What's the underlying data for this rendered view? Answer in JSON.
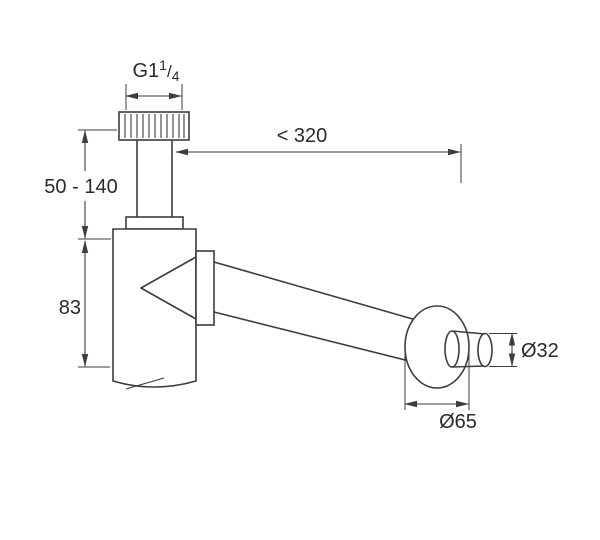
{
  "labels": {
    "thread": {
      "prefix": "G1",
      "numerator": "1",
      "slash": "/",
      "denominator": "4"
    },
    "projection_length": "< 320",
    "inlet_height_range": "50 - 140",
    "body_height": "83",
    "outlet_diameter": "Ø32",
    "rosette_diameter": "Ø65"
  },
  "colors": {
    "line": "#3d3d3d",
    "text": "#2b2b2b",
    "background": "#ffffff"
  }
}
